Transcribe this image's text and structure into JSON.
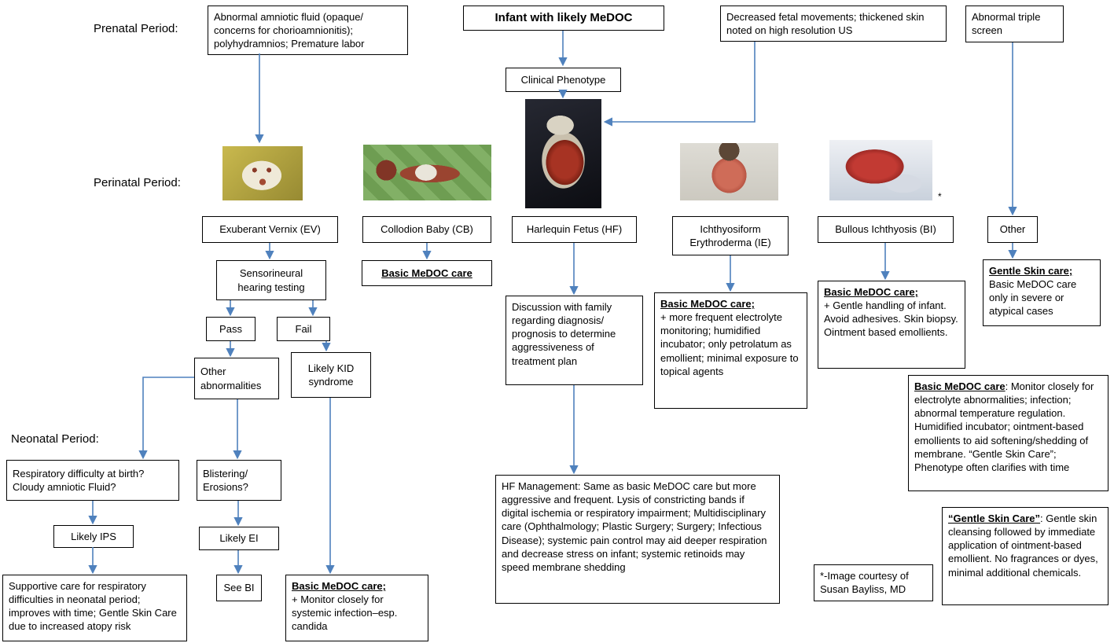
{
  "colors": {
    "arrow": "#4f81bd",
    "box_border": "#000000"
  },
  "periods": {
    "prenatal": "Prenatal Period:",
    "perinatal": "Perinatal Period:",
    "neonatal": "Neonatal Period:"
  },
  "top": {
    "amniotic": "Abnormal amniotic fluid (opaque/ concerns for chorioamnionitis); polyhydramnios; Premature labor",
    "title": "Infant with likely MeDOC",
    "fetal": "Decreased fetal movements; thickened skin noted on high resolution US",
    "triple": "Abnormal triple screen",
    "clinical_phenotype": "Clinical Phenotype"
  },
  "photos": {
    "ev": "newborn-with-exuberant-vernix",
    "cb": "collodion-baby-newborn",
    "hf": "harlequin-fetus-newborn",
    "ie": "ichthyosiform-erythroderma-infant-back",
    "bi": "bullous-ichthyosis-newborn",
    "bi_asterisk": "*"
  },
  "labels": {
    "ev": "Exuberant Vernix (EV)",
    "cb": "Collodion Baby (CB)",
    "hf": "Harlequin Fetus (HF)",
    "ie": "Ichthyosiform Erythroderma (IE)",
    "bi": "Bullous Ichthyosis (BI)",
    "other": "Other"
  },
  "ev_branch": {
    "hearing": "Sensorineural hearing testing",
    "pass": "Pass",
    "fail": "Fail",
    "other_abnormalities": "Other abnormalities",
    "kid": "Likely KID syndrome",
    "respiratory": "Respiratory difficulty at birth? Cloudy amniotic Fluid?",
    "blistering": "Blistering/ Erosions?",
    "ips": "Likely IPS",
    "ei": "Likely EI",
    "see_bi": "See BI",
    "supportive": "Supportive care for respiratory difficulties in neonatal period; improves with time; Gentle Skin Care due to increased atopy risk",
    "kid_care_title": "Basic MeDOC care;",
    "kid_care_body": "+ Monitor closely for systemic infection–esp. candida"
  },
  "cb_branch": {
    "care": "Basic MeDOC care"
  },
  "hf_branch": {
    "discussion": "Discussion with family regarding diagnosis/ prognosis to determine aggressiveness of treatment plan",
    "management": "HF Management: Same as basic MeDOC care but more aggressive and frequent. Lysis of constricting bands if digital ischemia or respiratory impairment; Multidisciplinary care (Ophthalmology; Plastic Surgery; Surgery; Infectious Disease); systemic pain control may aid deeper respiration and decrease stress on infant; systemic retinoids may speed membrane shedding"
  },
  "ie_branch": {
    "care_title": "Basic MeDOC care;",
    "care_body": "+ more frequent electrolyte monitoring; humidified incubator; only petrolatum as emollient; minimal exposure to topical agents"
  },
  "bi_branch": {
    "care_title": "Basic MeDOC care;",
    "care_body": "+ Gentle handling of infant. Avoid adhesives. Skin biopsy. Ointment based emollients."
  },
  "other_branch": {
    "care_title": "Gentle Skin care;",
    "care_body": "Basic MeDOC care only in severe or atypical cases"
  },
  "notes": {
    "medoc_title": "Basic MeDOC care",
    "medoc_body": ": Monitor closely for electrolyte abnormalities; infection; abnormal temperature regulation. Humidified incubator; ointment-based emollients to aid softening/shedding of membrane. “Gentle Skin Care”; Phenotype often clarifies with time",
    "gentle_title": "“Gentle Skin Care”",
    "gentle_body": ": Gentle skin cleansing followed by immediate application of ointment-based emollient. No fragrances or dyes, minimal additional chemicals.",
    "credit": "*-Image courtesy of Susan Bayliss, MD"
  }
}
